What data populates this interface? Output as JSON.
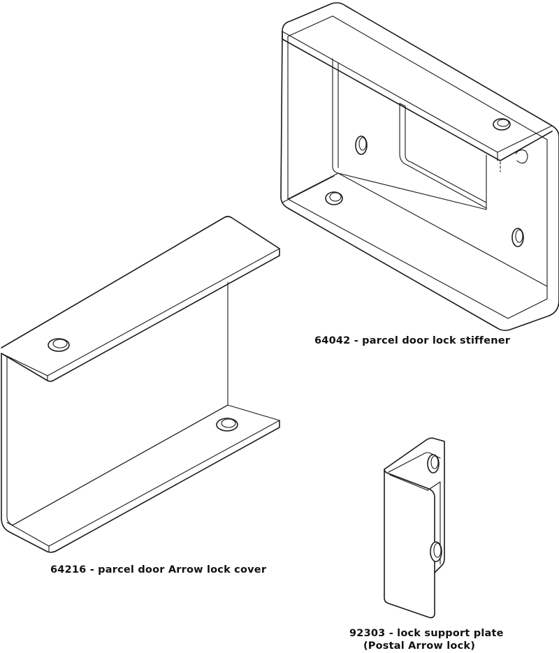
{
  "parts": [
    {
      "id": "stiffener",
      "caption": "64042 - parcel door lock stiffener"
    },
    {
      "id": "cover",
      "caption": "64216 - parcel door Arrow lock cover"
    },
    {
      "id": "plate",
      "caption_line1": "92303 - lock support plate",
      "caption_line2": "(Postal Arrow lock)"
    }
  ],
  "colors": {
    "line": "#1a1a1a",
    "background": "#ffffff"
  }
}
